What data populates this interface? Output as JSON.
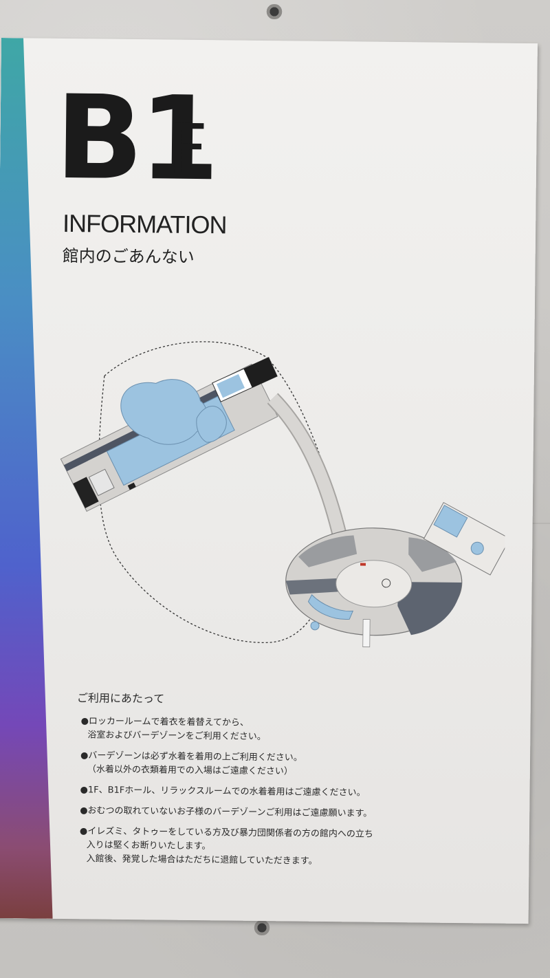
{
  "sign": {
    "floor_main": "B1",
    "floor_suffix": "F",
    "info_en": "INFORMATION",
    "info_jp": "館内のごあんない"
  },
  "notes": {
    "heading": "ご利用にあたって",
    "items": [
      {
        "lines": [
          "●ロッカールームで着衣を着替えてから、",
          "浴室およびバーデゾーンをご利用ください。"
        ]
      },
      {
        "lines": [
          "●バーデゾーンは必ず水着を着用の上ご利用ください。",
          "（水着以外の衣類着用での入場はご遠慮ください）"
        ]
      },
      {
        "lines": [
          "●1F、B1Fホール、リラックスルームでの水着着用はご遠慮ください。"
        ]
      },
      {
        "lines": [
          "●おむつの取れていないお子様のバーデゾーンご利用はご遠慮願います。"
        ]
      },
      {
        "lines": [
          "●イレズミ、タトゥーをしている方及び暴力団関係者の方の館内への立ち",
          "入りは堅くお断りいたします。",
          "入館後、発覚した場合はただちに退館していただきます。"
        ]
      }
    ]
  },
  "colors": {
    "pool_blue": "#9cc3e0",
    "floor_gray": "#d4d2cf",
    "dark_zone": "#5d6470",
    "stripe_top": "#3fa7a6",
    "stripe_bottom": "#7a3f3f"
  }
}
